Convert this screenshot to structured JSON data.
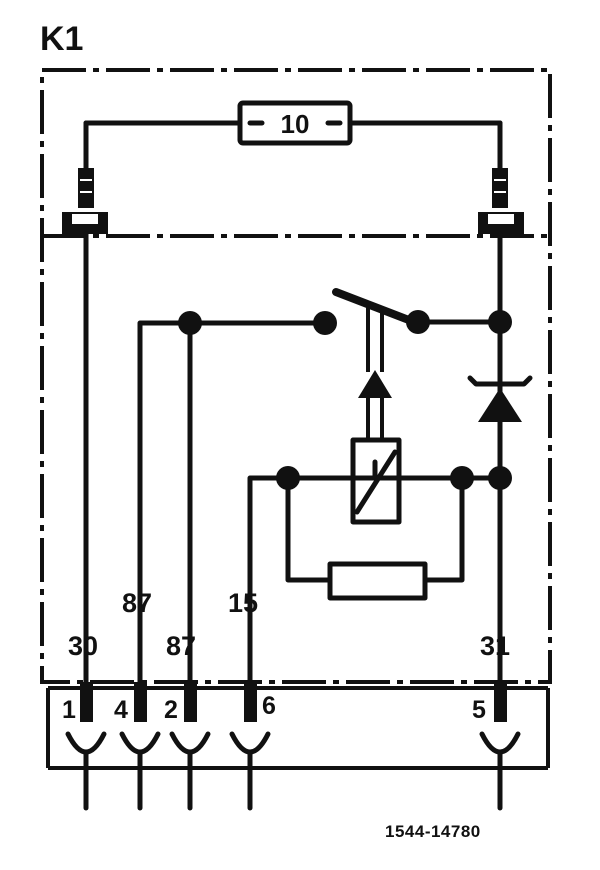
{
  "title": "K1",
  "fuse_label": "10",
  "terminals": {
    "t30": "30",
    "t87_inner": "87",
    "t87_outer": "87",
    "t15": "15",
    "t31": "31"
  },
  "pins": {
    "p1": "1",
    "p4": "4",
    "p2": "2",
    "p6": "6",
    "p5": "5"
  },
  "drawing_code": "1544-14780"
}
